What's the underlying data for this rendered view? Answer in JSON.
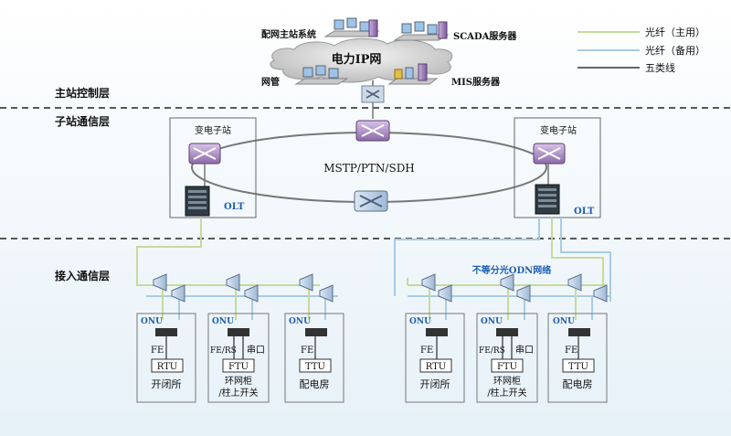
{
  "legend": {
    "primary_fiber": "光纤（主用）",
    "backup_fiber": "光纤（备用）",
    "cat5": "五类线",
    "colors": {
      "primary": "#c5db9c",
      "backup": "#a9cbe4",
      "cat5": "#666666"
    }
  },
  "layers": {
    "master": "主站控制层",
    "substation": "子站通信层",
    "access": "接入通信层"
  },
  "master_station": {
    "distribution_system": "配网主站系统",
    "scada": "SCADA服务器",
    "cloud": "电力IP网",
    "netmgmt": "网管",
    "mis": "MIS服务器"
  },
  "substation": {
    "left_title": "变电子站",
    "right_title": "变电子站",
    "ring_label": "MSTP/PTN/SDH",
    "olt": "OLT"
  },
  "access": {
    "odn_label": "不等分光ODN网络",
    "onu": "ONU",
    "fe": "FE",
    "fe_rs": "FE/RS",
    "serial": "串口",
    "rtu": "RTU",
    "ftu": "FTU",
    "ttu": "TTU",
    "switch_station": "开闭所",
    "ring_cabinet_1": "环网柜",
    "ring_cabinet_2": "/柱上开关",
    "distribution_room": "配电房"
  }
}
